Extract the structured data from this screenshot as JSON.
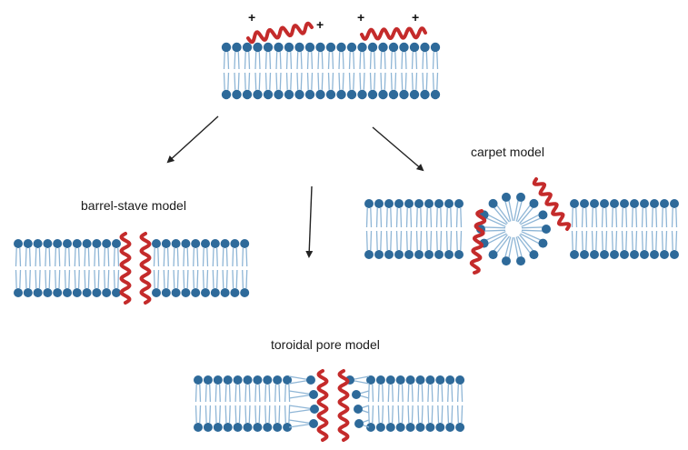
{
  "labels": {
    "barrel_stave": "barrel-stave model",
    "carpet": "carpet model",
    "toroidal": "toroidal pore model"
  },
  "charges": [
    "+",
    "+",
    "+",
    "+"
  ],
  "colors": {
    "head": "#2e6a9a",
    "tail": "#8fb6d6",
    "peptide": "#c42b2b",
    "arrow": "#222222"
  }
}
